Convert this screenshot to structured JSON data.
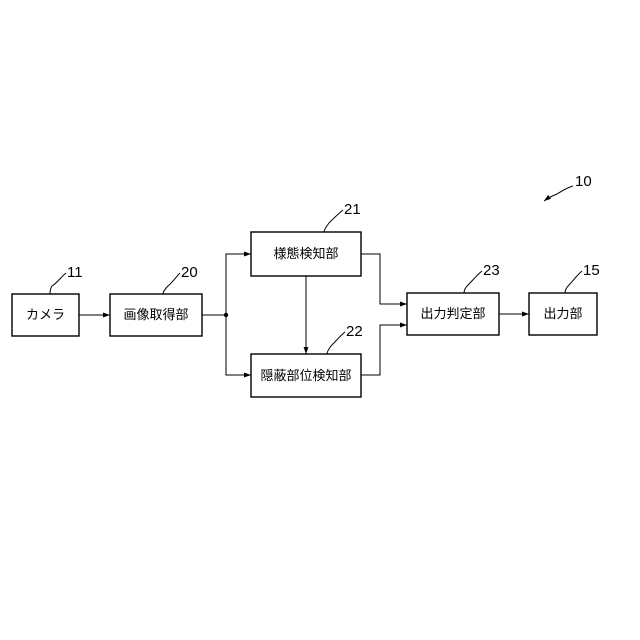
{
  "blocks": {
    "camera": "カメラ",
    "image_acquisition": "画像取得部",
    "state_detection": "様態検知部",
    "hidden_part_detection": "隠蔽部位検知部",
    "output_determination": "出力判定部",
    "output": "出力部"
  },
  "refs": {
    "system": "10",
    "camera": "11",
    "output": "15",
    "image_acquisition": "20",
    "state_detection": "21",
    "hidden_part_detection": "22",
    "output_determination": "23"
  }
}
